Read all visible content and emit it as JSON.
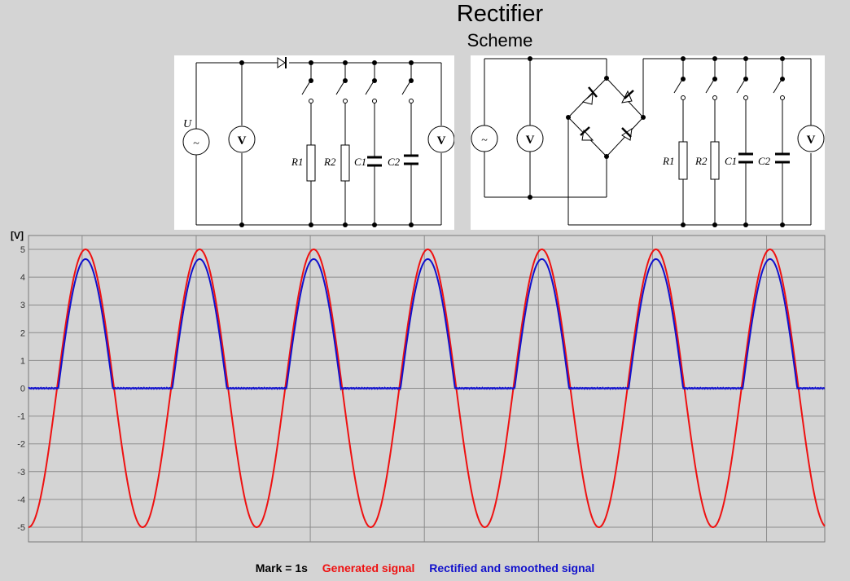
{
  "page": {
    "title": "Rectifier",
    "subtitle": "Scheme"
  },
  "scheme_left": {
    "source_label": "U",
    "source_symbol": "~",
    "meter_symbol": "V",
    "components": [
      "R1",
      "R2",
      "C1",
      "C2"
    ]
  },
  "scheme_right": {
    "source_symbol": "~",
    "meter_symbol": "V",
    "components": [
      "R1",
      "R2",
      "C1",
      "C2"
    ]
  },
  "legend": {
    "mark": "Mark = 1s",
    "generated": "Generated signal",
    "rectified": "Rectified and smoothed signal"
  },
  "colors": {
    "generated": "#ee1111",
    "rectified": "#1111cc",
    "background": "#d4d4d4",
    "grid": "#8c8c8c"
  },
  "chart_data": {
    "type": "line",
    "ylabel": "[V]",
    "ylim": [
      -5.3,
      5.5
    ],
    "y_ticks": [
      5,
      4,
      3,
      2,
      1,
      0,
      -1,
      -2,
      -3,
      -4,
      -5
    ],
    "x_unit": "s",
    "xlim": [
      0,
      6.98
    ],
    "vertical_marks_s": [
      0.47,
      1.47,
      2.47,
      3.47,
      4.47,
      5.47,
      6.47
    ],
    "grid": true,
    "legend_position": "bottom-center",
    "series": [
      {
        "name": "Generated signal",
        "color": "#ee1111",
        "shape": "sine",
        "amplitude": 5,
        "period_s": 1.0,
        "first_peak_s": 0.5
      },
      {
        "name": "Rectified and smoothed signal",
        "color": "#1111cc",
        "shape": "half-wave rectified sine",
        "peak": 4.65,
        "diode_drop": 0.35,
        "period_s": 1.0,
        "first_peak_s": 0.5
      }
    ]
  }
}
